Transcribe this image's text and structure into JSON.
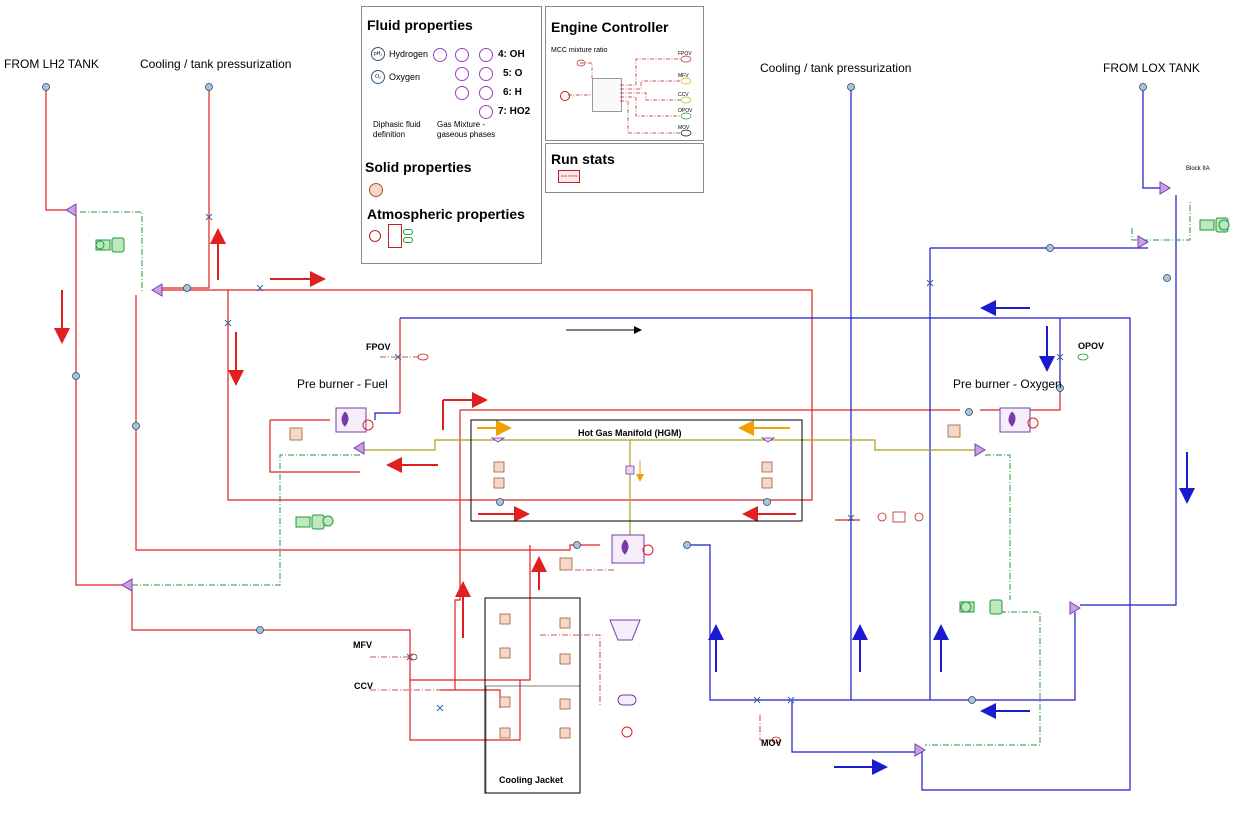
{
  "labels": {
    "from_lh2": "FROM LH2 TANK",
    "cooling_left": "Cooling / tank pressurization",
    "cooling_right": "Cooling / tank pressurization",
    "from_lox": "FROM LOX TANK",
    "block_iia": "Block IIA",
    "fpov": "FPOV",
    "opov": "OPOV",
    "mfv": "MFV",
    "ccv": "CCV",
    "mov": "MOV",
    "preburner_fuel": "Pre burner - Fuel",
    "preburner_oxygen": "Pre burner - Oxygen",
    "hgm": "Hot Gas Manifold (HGM)",
    "cooling_jacket": "Cooling Jacket"
  },
  "fluid_panel": {
    "title": "Fluid properties",
    "hydrogen": "Hydrogen",
    "oxygen": "Oxygen",
    "h2_symbol": "pH₂",
    "o2_symbol": "O₂",
    "species": [
      "4: OH",
      "5: O",
      "6: H",
      "7: HO2"
    ],
    "diphasic": "Diphasic fluid\ndefinition",
    "gas_mixture": "Gas Mixture -\ngaseous phases"
  },
  "solid_panel": {
    "title": "Solid properties"
  },
  "atmo_panel": {
    "title": "Atmospheric properties"
  },
  "engine_panel": {
    "title": "Engine Controller",
    "mcc": "MCC mixture ratio",
    "outputs": [
      "FPOV",
      "MFV",
      "CCV",
      "OPOV",
      "MOV"
    ]
  },
  "run_panel": {
    "title": "Run stats",
    "chip": "RUN STATS"
  },
  "colors": {
    "fuel_line": "#e02020",
    "ox_line": "#1a1ad0",
    "hot_gas": "#a8a020",
    "control": "#1f9a3a",
    "arrow_black": "#000000",
    "arrow_orange": "#f0a000"
  }
}
